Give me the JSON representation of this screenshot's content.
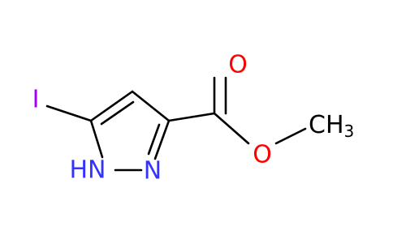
{
  "molecule": {
    "atoms": {
      "iodine": "I",
      "nh": "HN",
      "n": "N",
      "oxygen_carbonyl": "O",
      "oxygen_ester": "O",
      "methyl_main": "CH",
      "methyl_sub": "3"
    },
    "colors": {
      "bond": "#000000",
      "nitrogen": "#3333ff",
      "oxygen": "#ff0000",
      "iodine": "#a100ff",
      "carbon": "#000000"
    }
  }
}
